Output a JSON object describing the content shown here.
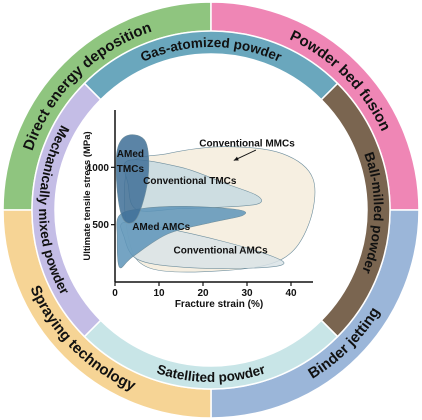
{
  "outer_ring": [
    {
      "label": "Direct energy deposition",
      "color": "#8fc57f"
    },
    {
      "label": "Powder bed fusion",
      "color": "#ef86b5"
    },
    {
      "label": "Binder jetting",
      "color": "#9bb6d9"
    },
    {
      "label": "Spraying technology",
      "color": "#f6d495"
    }
  ],
  "inner_ring": [
    {
      "label": "Gas-atomized powder",
      "color": "#6aa7bd"
    },
    {
      "label": "Ball-milled powder",
      "color": "#7a6550"
    },
    {
      "label": "Satellited powder",
      "color": "#c8e5e7"
    },
    {
      "label": "Mechanically mixed powder",
      "color": "#c4bde6"
    }
  ],
  "chart_data": {
    "type": "scatter",
    "xlabel": "Fracture strain (%)",
    "ylabel": "Ultimate tensile stress (MPa)",
    "xlim": [
      0,
      45
    ],
    "ylim": [
      0,
      1500
    ],
    "xticks": [
      0,
      10,
      20,
      30,
      40
    ],
    "yticks": [
      500,
      1000
    ],
    "regions": [
      {
        "name": "Conventional MMCs",
        "color": "#f5ecdc",
        "points": [
          [
            3,
            1000
          ],
          [
            12,
            1120
          ],
          [
            25,
            1180
          ],
          [
            38,
            1120
          ],
          [
            45,
            900
          ],
          [
            44,
            500
          ],
          [
            38,
            200
          ],
          [
            25,
            100
          ],
          [
            8,
            120
          ],
          [
            3,
            400
          ]
        ]
      },
      {
        "name": "Conventional TMCs",
        "color": "#c5d9e0",
        "points": [
          [
            3,
            1060
          ],
          [
            15,
            1000
          ],
          [
            25,
            860
          ],
          [
            32,
            760
          ],
          [
            33,
            690
          ],
          [
            28,
            660
          ],
          [
            15,
            640
          ],
          [
            5,
            630
          ],
          [
            3,
            850
          ]
        ]
      },
      {
        "name": "Conventional AMCs",
        "color": "#d9e3e6",
        "points": [
          [
            2,
            520
          ],
          [
            10,
            480
          ],
          [
            25,
            350
          ],
          [
            36,
            220
          ],
          [
            38,
            150
          ],
          [
            30,
            120
          ],
          [
            15,
            130
          ],
          [
            5,
            200
          ],
          [
            2,
            400
          ]
        ]
      },
      {
        "name": "AMed AMCs",
        "color": "#5d94b8",
        "points": [
          [
            1,
            580
          ],
          [
            6,
            640
          ],
          [
            16,
            660
          ],
          [
            28,
            630
          ],
          [
            29,
            580
          ],
          [
            22,
            520
          ],
          [
            12,
            420
          ],
          [
            4,
            220
          ],
          [
            1,
            130
          ],
          [
            0.5,
            400
          ]
        ]
      },
      {
        "name": "AMed TMCs",
        "color": "#3e6f96",
        "points": [
          [
            0.5,
            1150
          ],
          [
            3,
            1280
          ],
          [
            7,
            1220
          ],
          [
            7.5,
            900
          ],
          [
            5,
            560
          ],
          [
            2,
            540
          ],
          [
            0.5,
            800
          ]
        ]
      }
    ],
    "labels": [
      {
        "text": "Conventional MMCs",
        "x": 30,
        "y": 1180
      },
      {
        "text": "AMed",
        "x": 3.5,
        "y": 1090
      },
      {
        "text": "TMCs",
        "x": 3.5,
        "y": 960
      },
      {
        "text": "Conventional TMCs",
        "x": 17,
        "y": 855
      },
      {
        "text": "AMed AMCs",
        "x": 10.5,
        "y": 455
      },
      {
        "text": "Conventional AMCs",
        "x": 24,
        "y": 250
      }
    ],
    "annotation_arrow": {
      "from": [
        32,
        1150
      ],
      "to": [
        27,
        1060
      ]
    }
  }
}
